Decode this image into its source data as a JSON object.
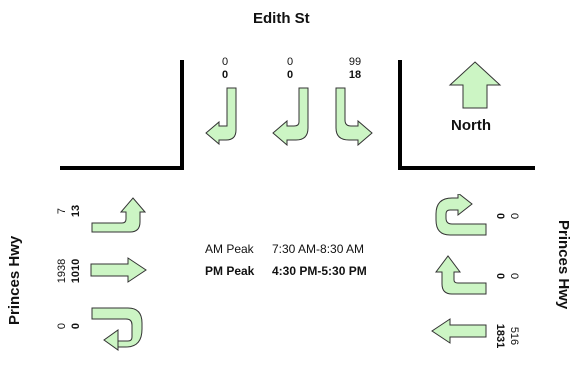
{
  "streets": {
    "north": "Edith St",
    "west": "Princes Hwy",
    "east": "Princes Hwy"
  },
  "north_label": "North",
  "peaks": {
    "am_label": "AM Peak",
    "am_time": "7:30 AM-8:30 AM",
    "pm_label": "PM Peak",
    "pm_time": "4:30 PM-5:30 PM"
  },
  "volumes": {
    "north": {
      "left_turn_am": "0",
      "left_turn_pm": "0",
      "u_turn_am": "0",
      "u_turn_pm": "0",
      "right_turn_am": "99",
      "right_turn_pm": "18"
    },
    "west": {
      "right_turn_am": "7",
      "right_turn_pm": "13",
      "through_am": "1938",
      "through_pm": "1010",
      "u_turn_am": "0",
      "u_turn_pm": "0"
    },
    "east": {
      "u_turn_am": "0",
      "u_turn_pm": "0",
      "left_turn_am": "0",
      "left_turn_pm": "0",
      "through_am": "516",
      "through_pm": "1831"
    }
  },
  "colors": {
    "arrow_fill": "#ccf5c4",
    "arrow_stroke": "#333333",
    "kerb": "#000000"
  }
}
